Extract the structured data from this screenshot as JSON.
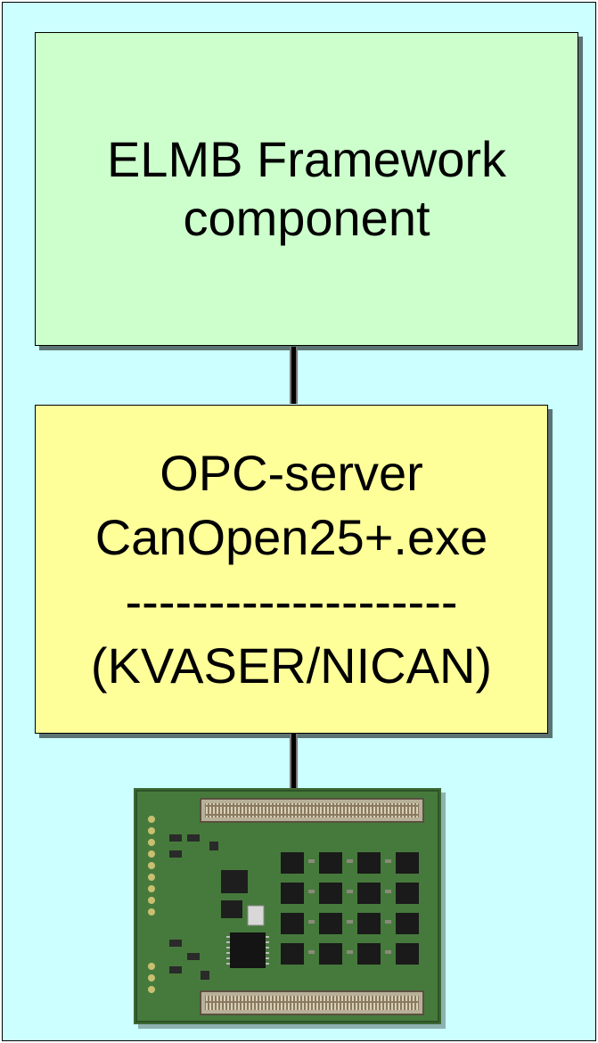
{
  "diagram": {
    "framework_box": {
      "line1": "ELMB Framework",
      "line2": "component",
      "color": "#ccffcc"
    },
    "opc_box": {
      "line1": "OPC-server",
      "line2": "CanOpen25+.exe",
      "separator": "--------------------",
      "line4": "(KVASER/NICAN)",
      "color": "#ffff99"
    },
    "background_color": "#ccffff",
    "hardware_image": "elmb-circuit-board"
  }
}
